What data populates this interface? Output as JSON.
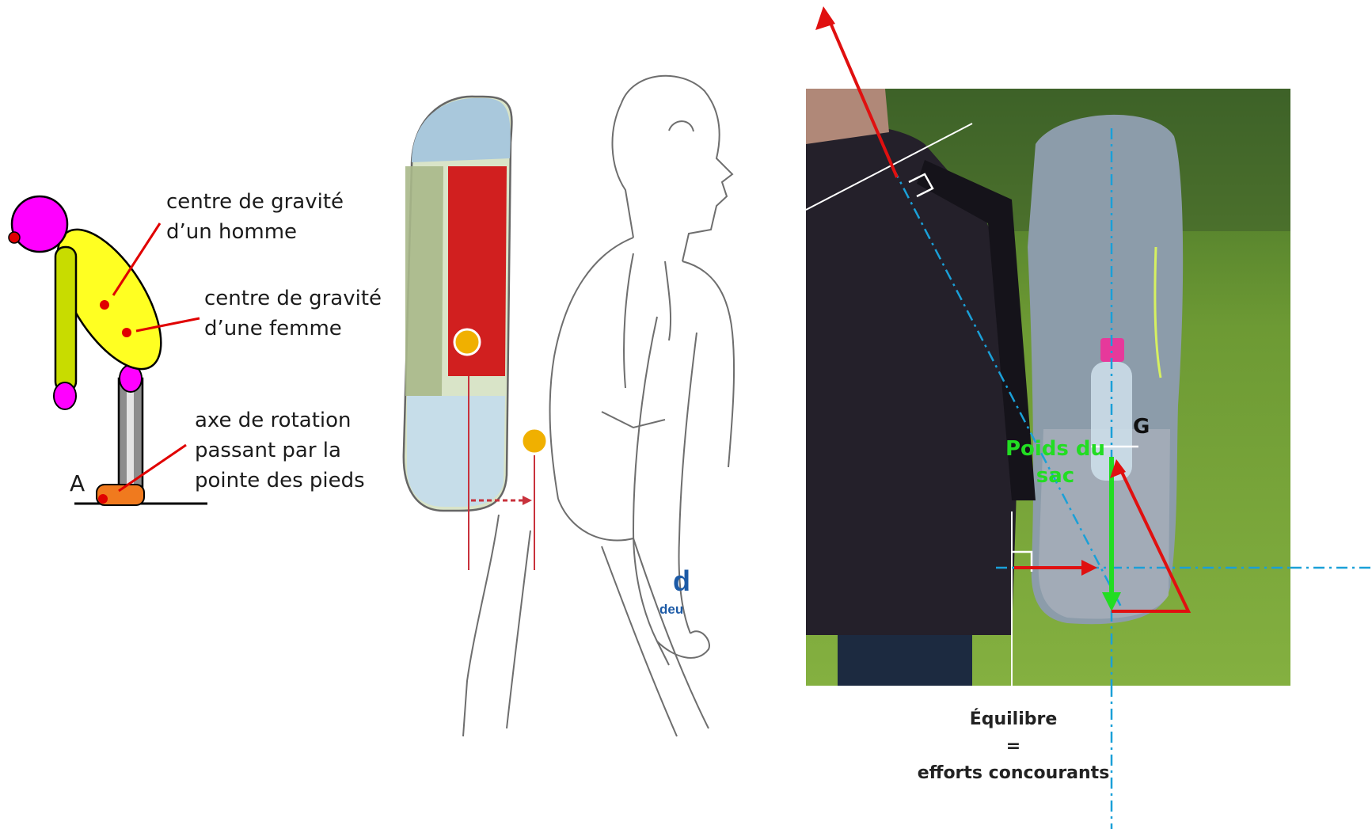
{
  "left_diagram": {
    "point_label": "A",
    "callouts": [
      {
        "line1": "centre de gravité",
        "line2": "d’un homme"
      },
      {
        "line1": "centre de gravité",
        "line2": "d’une femme"
      },
      {
        "line1": "axe de rotation",
        "line2": "passant par la",
        "line3": "pointe des pieds"
      }
    ],
    "colors": {
      "head": "#ff00ff",
      "body": "#ffff22",
      "arm": "#c8dc00",
      "foot": "#f07a1e",
      "marker": "#e00000",
      "leg": "#8a8a8a"
    }
  },
  "middle_illustration": {
    "logo_partial": "d",
    "logo_partial_text": "deu",
    "colors": {
      "pack_top": "#a9c8dc",
      "pack_core": "#d11f1f",
      "pack_side": "#a8b88a",
      "pack_bottom": "#c6dde9",
      "arrow": "#c8323c"
    }
  },
  "right_photo": {
    "g_label": "G",
    "weight_label_line1": "Poids du",
    "weight_label_line2": "sac",
    "caption_line1": "Équilibre",
    "caption_line2": "=",
    "caption_line3": "efforts concourants",
    "colors": {
      "force": "#e01010",
      "weight": "#22dd22",
      "axis": "#1aa0d8",
      "fleece": "#24202a",
      "pack": "#8a98a8",
      "grass": "#5f8a2c"
    }
  }
}
